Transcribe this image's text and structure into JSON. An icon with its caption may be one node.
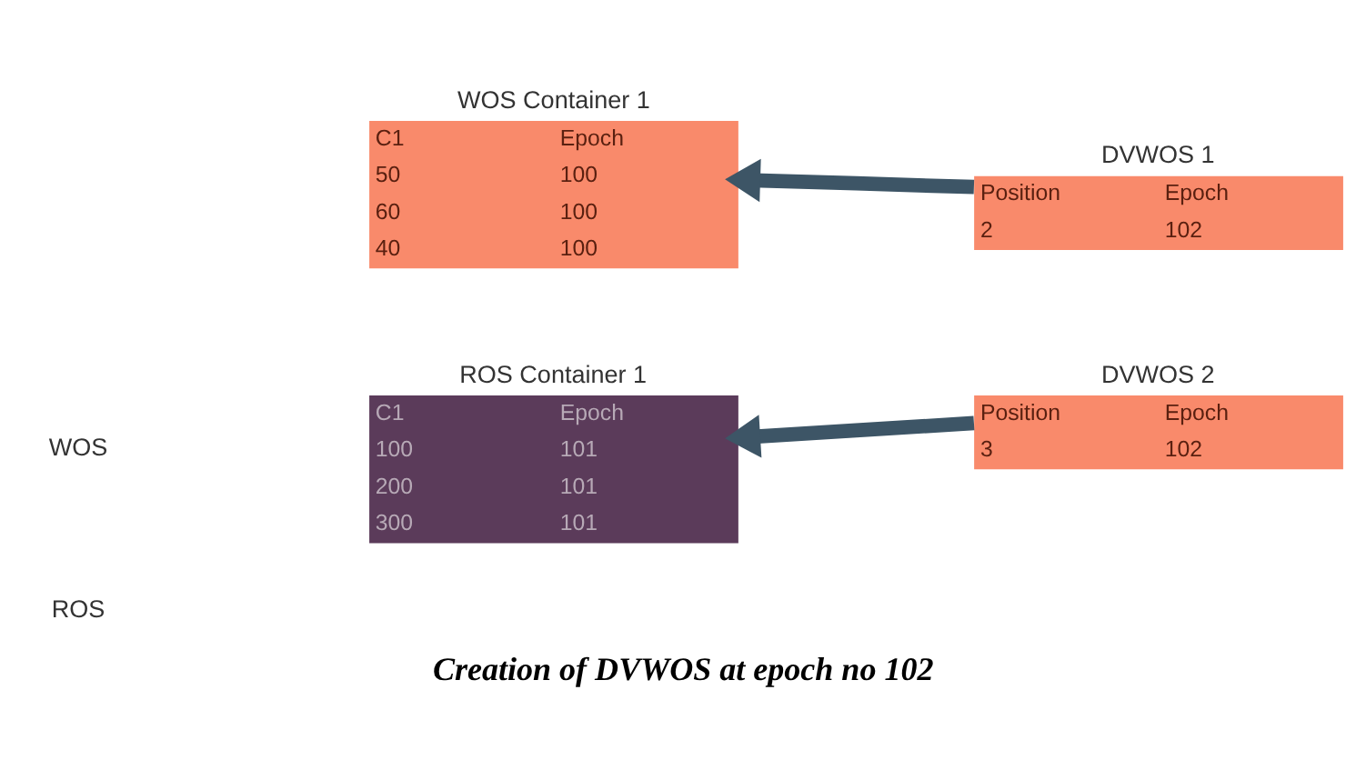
{
  "diagram": {
    "caption": "Creation of DVWOS at epoch no 102",
    "nodes": [
      {
        "text": [
          "WOS Container 1",
          "C1",
          "Epoch",
          "50",
          "100",
          "60",
          "100",
          "40",
          "100"
        ]
      },
      {
        "text": [
          "DVWOS 1",
          "Position",
          "Epoch",
          "2",
          "102"
        ]
      },
      {
        "text": [
          "DVWOS 2",
          "Position",
          "Epoch",
          "3",
          "102"
        ]
      },
      {
        "text": [
          "ROS Container 1",
          "C1",
          "Epoch",
          "100",
          "101",
          "200",
          "101",
          "300",
          "101"
        ]
      }
    ],
    "edges": [
      {
        "from": 1,
        "to": 0,
        "arrow": "to"
      },
      {
        "from": 2,
        "to": 3,
        "arrow": "to"
      }
    ],
    "labels": [
      "WOS",
      "ROS"
    ]
  }
}
